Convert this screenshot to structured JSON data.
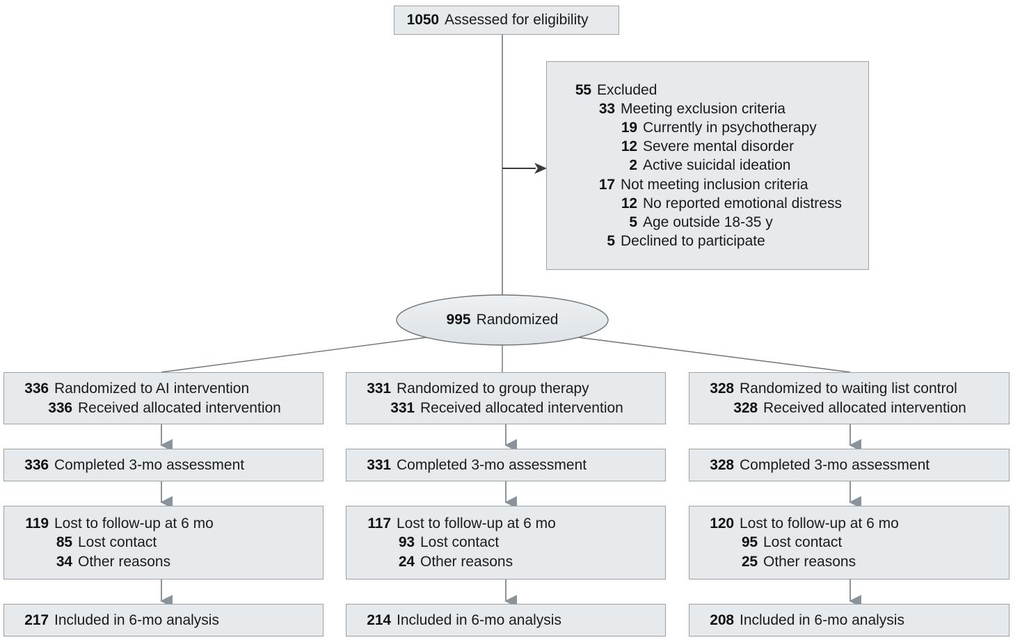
{
  "colors": {
    "box_fill": "#e6eaec",
    "box_border": "#9aa2a8",
    "ellipse_fill_top": "#eef1f3",
    "ellipse_fill_bottom": "#dfe4e7",
    "ellipse_border": "#6b7378",
    "arrow_vertical": "#8a9399",
    "arrow_horizontal": "#3a3a3a",
    "diagonal_line": "#6b7378",
    "text": "#1b1b1b",
    "number": "#111111",
    "page_background": "#ffffff"
  },
  "chart_data": {
    "type": "diagram",
    "subtype": "consort-flow",
    "title": "CONSORT participant flow diagram",
    "nodes": [
      {
        "id": "assessed",
        "n": 1050,
        "label": "Assessed for eligibility"
      },
      {
        "id": "excluded",
        "n": 55,
        "label": "Excluded"
      },
      {
        "id": "randomized",
        "n": 995,
        "label": "Randomized"
      }
    ],
    "arms": [
      "AI intervention",
      "group therapy",
      "waiting list control"
    ],
    "allocated": [
      336,
      331,
      328
    ],
    "received": [
      336,
      331,
      328
    ],
    "completed_3mo": [
      336,
      331,
      328
    ],
    "lost_6mo": [
      119,
      117,
      120
    ],
    "lost_contact": [
      85,
      93,
      95
    ],
    "other_reasons": [
      34,
      24,
      25
    ],
    "analyzed_6mo": [
      217,
      214,
      208
    ]
  },
  "top": {
    "number": "1050",
    "label": "Assessed for eligibility"
  },
  "excluded": {
    "rows": [
      {
        "number": "55",
        "label": "Excluded",
        "indent": 0
      },
      {
        "number": "33",
        "label": "Meeting exclusion criteria",
        "indent": 1
      },
      {
        "number": "19",
        "label": "Currently in psychotherapy",
        "indent": 2
      },
      {
        "number": "12",
        "label": "Severe mental disorder",
        "indent": 2
      },
      {
        "number": "2",
        "label": "Active suicidal ideation",
        "indent": 2
      },
      {
        "number": "17",
        "label": "Not meeting inclusion criteria",
        "indent": 1
      },
      {
        "number": "12",
        "label": "No reported emotional distress",
        "indent": 2
      },
      {
        "number": "5",
        "label": "Age outside 18-35 y",
        "indent": 2
      },
      {
        "number": "5",
        "label": "Declined to participate",
        "indent": 1
      }
    ]
  },
  "randomized": {
    "number": "995",
    "label": "Randomized"
  },
  "arms": [
    {
      "allocation": [
        {
          "number": "336",
          "label": "Randomized to AI intervention",
          "indent": 0
        },
        {
          "number": "336",
          "label": "Received allocated intervention",
          "indent": 1
        }
      ],
      "assessment": [
        {
          "number": "336",
          "label": "Completed 3-mo assessment",
          "indent": 0
        }
      ],
      "followup": [
        {
          "number": "119",
          "label": "Lost to follow-up at 6 mo",
          "indent": 0
        },
        {
          "number": "85",
          "label": "Lost contact",
          "indent": 1
        },
        {
          "number": "34",
          "label": "Other reasons",
          "indent": 1
        }
      ],
      "analysis": [
        {
          "number": "217",
          "label": "Included in 6-mo analysis",
          "indent": 0
        }
      ]
    },
    {
      "allocation": [
        {
          "number": "331",
          "label": "Randomized to group therapy",
          "indent": 0
        },
        {
          "number": "331",
          "label": "Received allocated intervention",
          "indent": 1
        }
      ],
      "assessment": [
        {
          "number": "331",
          "label": "Completed 3-mo assessment",
          "indent": 0
        }
      ],
      "followup": [
        {
          "number": "117",
          "label": "Lost to follow-up at 6 mo",
          "indent": 0
        },
        {
          "number": "93",
          "label": "Lost contact",
          "indent": 1
        },
        {
          "number": "24",
          "label": "Other reasons",
          "indent": 1
        }
      ],
      "analysis": [
        {
          "number": "214",
          "label": "Included in 6-mo analysis",
          "indent": 0
        }
      ]
    },
    {
      "allocation": [
        {
          "number": "328",
          "label": "Randomized to waiting list control",
          "indent": 0
        },
        {
          "number": "328",
          "label": "Received allocated intervention",
          "indent": 1
        }
      ],
      "assessment": [
        {
          "number": "328",
          "label": "Completed 3-mo assessment",
          "indent": 0
        }
      ],
      "followup": [
        {
          "number": "120",
          "label": "Lost to follow-up at 6 mo",
          "indent": 0
        },
        {
          "number": "95",
          "label": "Lost contact",
          "indent": 1
        },
        {
          "number": "25",
          "label": "Other reasons",
          "indent": 1
        }
      ],
      "analysis": [
        {
          "number": "208",
          "label": "Included in 6-mo analysis",
          "indent": 0
        }
      ]
    }
  ]
}
